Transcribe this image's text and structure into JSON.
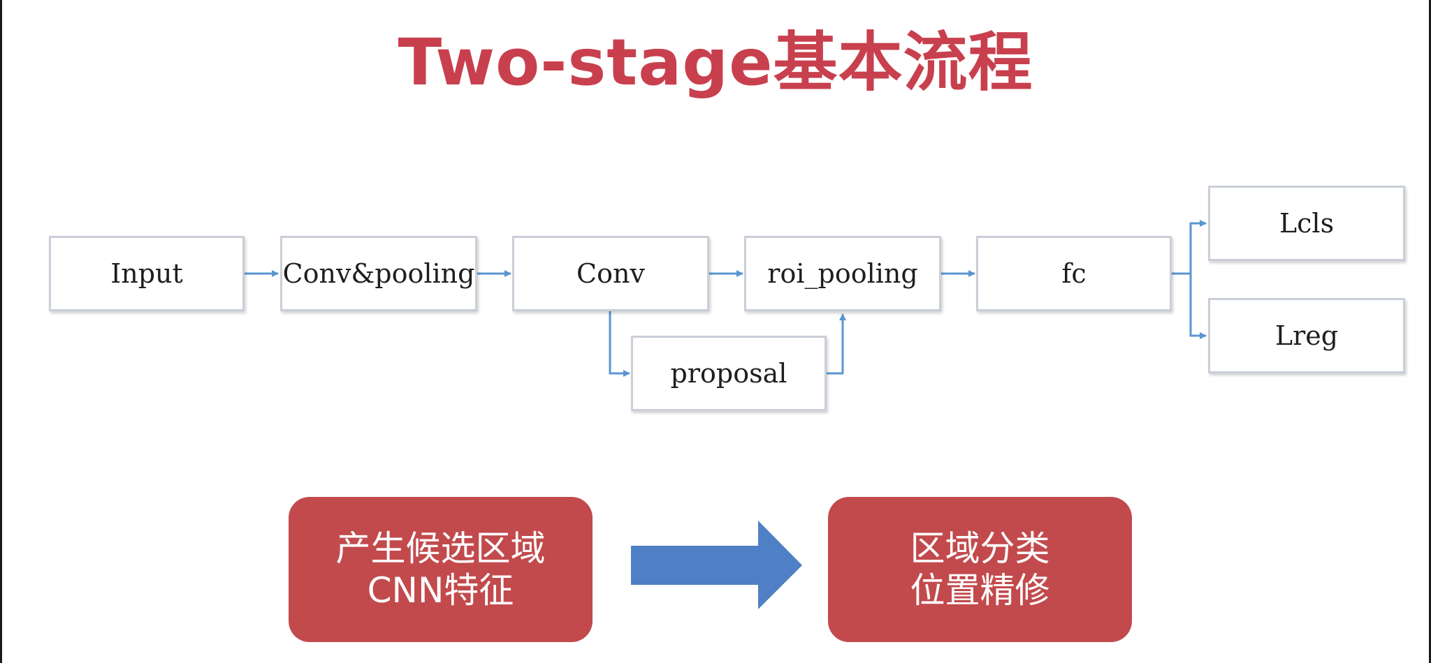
{
  "title": "Two-stage基本流程",
  "flow": {
    "nodes": {
      "input": "Input",
      "conv_pooling": "Conv&pooling",
      "conv": "Conv",
      "roi_pooling": "roi_pooling",
      "fc": "fc",
      "lcls": "Lcls",
      "lreg": "Lreg",
      "proposal": "proposal"
    },
    "edges": [
      [
        "input",
        "conv_pooling"
      ],
      [
        "conv_pooling",
        "conv"
      ],
      [
        "conv",
        "roi_pooling"
      ],
      [
        "conv",
        "proposal"
      ],
      [
        "proposal",
        "roi_pooling"
      ],
      [
        "roi_pooling",
        "fc"
      ],
      [
        "fc",
        "lcls"
      ],
      [
        "fc",
        "lreg"
      ]
    ]
  },
  "summary": {
    "stage1": {
      "line1": "产生候选区域",
      "line2": "CNN特征"
    },
    "stage2": {
      "line1": "区域分类",
      "line2": "位置精修"
    }
  },
  "colors": {
    "title": "#c8404e",
    "arrow": "#5b95d2",
    "box_border": "#c9ced8",
    "stage_box": "#c24a4c",
    "big_arrow": "#4f7fc4"
  }
}
